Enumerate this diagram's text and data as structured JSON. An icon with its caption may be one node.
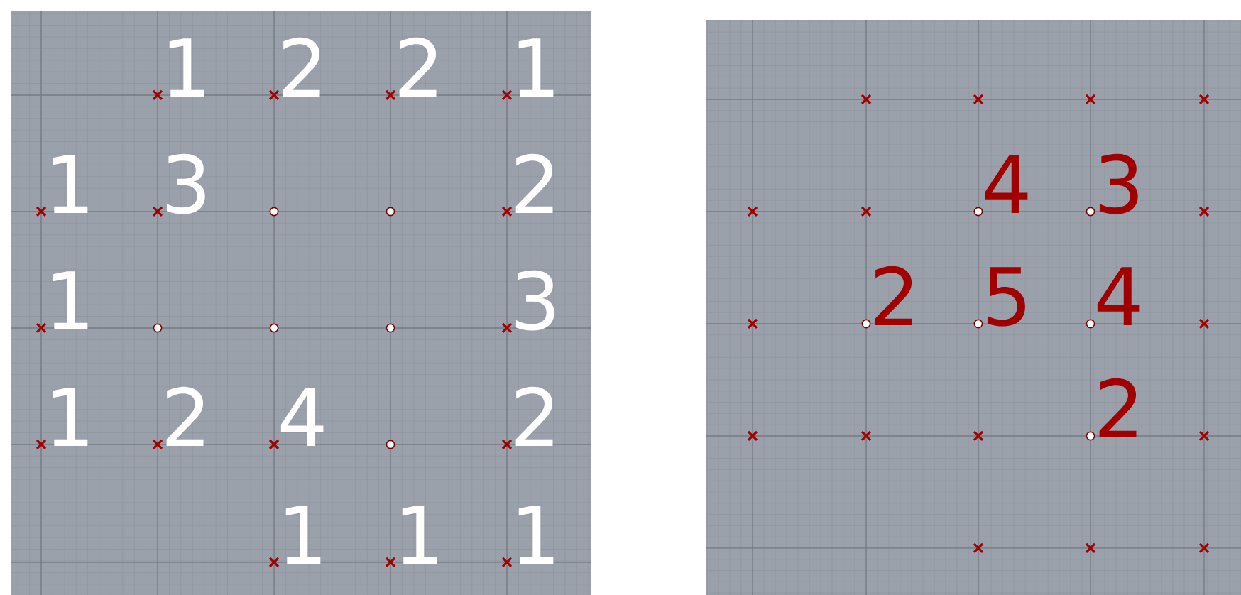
{
  "diagram": {
    "labels": [
      "1",
      "2",
      "2",
      "1",
      "1",
      "3",
      "2",
      "1",
      "3",
      "1",
      "2",
      "4",
      "2",
      "1",
      "1",
      "1",
      "4",
      "3",
      "2",
      "5",
      "4",
      "2"
    ]
  }
}
